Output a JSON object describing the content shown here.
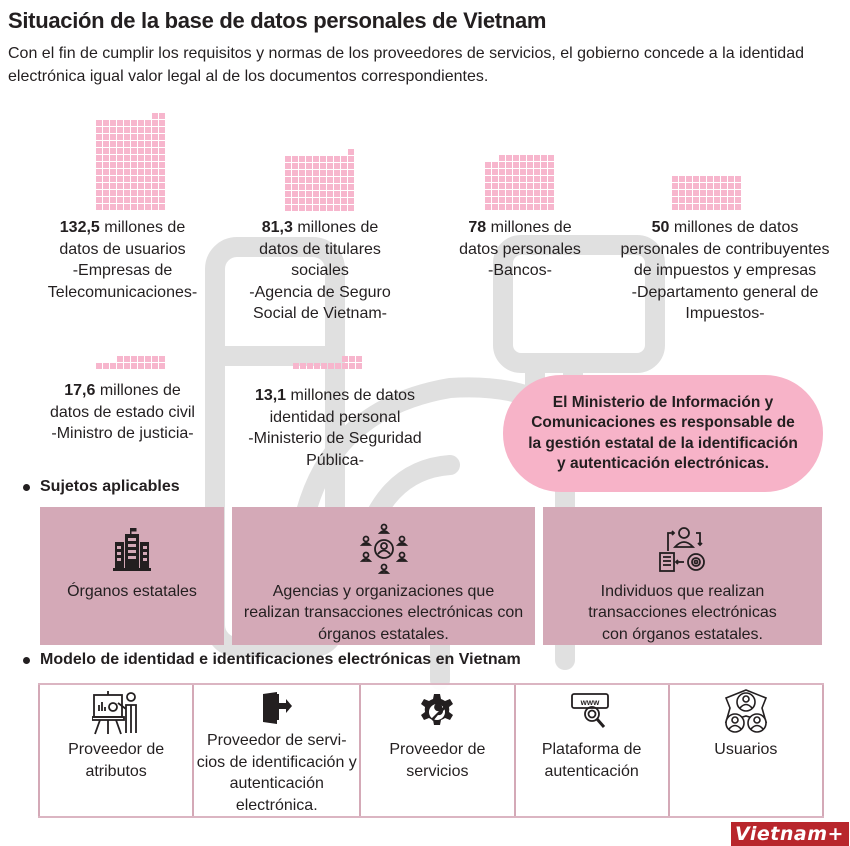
{
  "header": {
    "title": "Situación de la base de datos personales de Vietnam",
    "subtitle": "Con el fin de cumplir los requisitos y normas de los proveedores de servicios, el gobierno concede a la identidad electrónica igual valor legal al de los documentos correspondientes."
  },
  "stats": [
    {
      "value": "132,5",
      "text_lines": [
        "millones de",
        "datos de usuarios",
        "-Empresas de",
        "Telecomunicaciones-"
      ]
    },
    {
      "value": "81,3",
      "text_lines": [
        "millones de",
        "datos de titulares",
        "sociales",
        "-Agencia de Seguro",
        "Social de Vietnam-"
      ]
    },
    {
      "value": "78",
      "text_lines": [
        "millones de",
        "datos personales",
        "-Bancos-"
      ]
    },
    {
      "value": "50",
      "text_lines": [
        "millones de datos",
        "personales de contribuyentes",
        "de impuestos y empresas",
        "-Departamento general de",
        "Impuestos-"
      ]
    },
    {
      "value": "17,6",
      "text_lines": [
        "millones de",
        "datos de estado civil",
        "-Ministro de justicia-"
      ]
    },
    {
      "value": "13,1",
      "text_lines": [
        "millones de datos",
        "identidad personal",
        "-Ministerio de Seguridad",
        "Pública-"
      ]
    }
  ],
  "stat_text": {
    "s0": {
      "l0": "millones de",
      "l1": "datos de usuarios",
      "l2": "-Empresas de",
      "l3": "Telecomunicaciones-"
    },
    "s1": {
      "l0": "millones de",
      "l1": "datos de titulares",
      "l2": "sociales",
      "l3": "-Agencia de Seguro",
      "l4": "Social de Vietnam-"
    },
    "s2": {
      "l0": "millones de",
      "l1": "datos personales",
      "l2": "-Bancos-"
    },
    "s3": {
      "l0": "millones de datos",
      "l1": "personales de contribuyentes",
      "l2": "de impuestos y empresas",
      "l3": "-Departamento general de",
      "l4": "Impuestos-"
    },
    "s4": {
      "l0": "millones de",
      "l1": "datos de estado civil",
      "l2": "-Ministro de justicia-"
    },
    "s5": {
      "l0": "millones de datos",
      "l1": "identidad personal",
      "l2": "-Ministerio de Seguridad",
      "l3": "Pública-"
    }
  },
  "ministry_note": "El Ministerio de Información y Comunicaciones es responsable de la gestión estatal de la identificación y autenticación electrónicas.",
  "subjects": {
    "heading": "Sujetos aplicables",
    "items": [
      {
        "label": "Órganos estatales",
        "icon": "government-building-icon"
      },
      {
        "label": "Agencias y organizaciones que realizan transacciones electrónicas con órganos estatales.",
        "icon": "organization-network-icon"
      },
      {
        "label": "Individuos que realizan transacciones electrónicas con órganos estatales.",
        "icon": "person-process-icon"
      }
    ]
  },
  "model": {
    "heading": "Modelo de identidad e identificaciones electrónicas en Vietnam",
    "items": [
      {
        "label": "Proveedor de atributos",
        "icon": "presentation-board-icon"
      },
      {
        "label": "Proveedor de servi-cios de identificación y autenticación electrónica.",
        "icon": "door-exit-icon"
      },
      {
        "label": "Proveedor de servicios",
        "icon": "gear-wrench-icon"
      },
      {
        "label": "Plataforma de autenticación",
        "icon": "www-search-icon"
      },
      {
        "label": "Usuarios",
        "icon": "users-network-icon"
      }
    ]
  },
  "logo": {
    "text": "Vietnam+"
  },
  "colors": {
    "waffle": "#f7b6cd",
    "pill": "#f7b3c8",
    "card": "#d4a9b7",
    "watermark": "#e0e0e0",
    "logo": "#b8262c",
    "text": "#231f20"
  },
  "chart_data": {
    "type": "waffle",
    "title": "Situación de la base de datos personales de Vietnam",
    "unit": "millones de datos (1 cuadrado ≈ 1 millón)",
    "categories": [
      "Empresas de Telecomunicaciones",
      "Agencia de Seguro Social de Vietnam",
      "Bancos",
      "Departamento general de Impuestos",
      "Ministro de justicia",
      "Ministerio de Seguridad Pública"
    ],
    "series": [
      {
        "name": "Millones de datos",
        "values": [
          132.5,
          81.3,
          78,
          50,
          17.6,
          13.1
        ]
      }
    ],
    "descriptions": [
      "datos de usuarios",
      "datos de titulares sociales",
      "datos personales",
      "datos personales de contribuyentes de impuestos y empresas",
      "datos de estado civil",
      "datos identidad personal"
    ]
  }
}
